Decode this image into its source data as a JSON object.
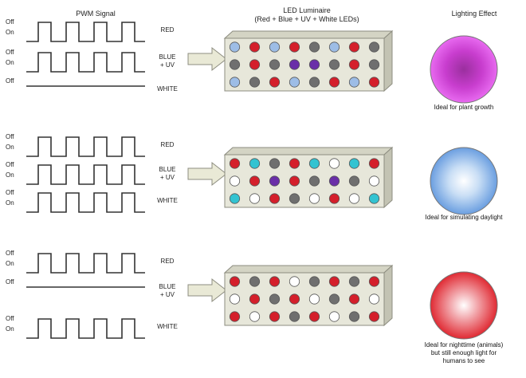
{
  "headers": {
    "pwm": "PWM Signal",
    "led_title": "LED Luminaire",
    "led_sub": "(Red + Blue + UV + White LEDs)",
    "effect": "Lighting Effect"
  },
  "levels": {
    "off": "Off",
    "on": "On"
  },
  "colors": {
    "red": "#d41f2b",
    "gray": "#6f6f6f",
    "lightblue": "#9dbde6",
    "purple": "#6a2fa8",
    "cyan": "#33c3d1",
    "white": "#ffffff",
    "panel": "#e7e7da",
    "arrow": "#e9e9d6",
    "line": "#333333"
  },
  "sections": [
    {
      "channels": [
        {
          "label": "RED",
          "state": "pwm"
        },
        {
          "label": "BLUE\n+ UV",
          "state": "pwm"
        },
        {
          "label": "WHITE",
          "state": "off"
        }
      ],
      "grid": [
        [
          "lightblue",
          "red",
          "lightblue",
          "red",
          "gray",
          "lightblue",
          "red",
          "gray"
        ],
        [
          "gray",
          "red",
          "gray",
          "purple",
          "purple",
          "gray",
          "red",
          "gray"
        ],
        [
          "lightblue",
          "gray",
          "red",
          "lightblue",
          "gray",
          "red",
          "lightblue",
          "red"
        ]
      ],
      "effect_color": "magenta",
      "caption": "Ideal for plant growth"
    },
    {
      "channels": [
        {
          "label": "RED",
          "state": "pwm"
        },
        {
          "label": "BLUE\n+ UV",
          "state": "pwm"
        },
        {
          "label": "WHITE",
          "state": "pwm"
        }
      ],
      "grid": [
        [
          "red",
          "cyan",
          "gray",
          "red",
          "cyan",
          "white",
          "cyan",
          "red"
        ],
        [
          "white",
          "red",
          "purple",
          "red",
          "gray",
          "purple",
          "gray",
          "white"
        ],
        [
          "cyan",
          "white",
          "red",
          "gray",
          "white",
          "red",
          "white",
          "cyan"
        ]
      ],
      "effect_color": "blue",
      "caption": "Ideal for simulating daylight"
    },
    {
      "channels": [
        {
          "label": "RED",
          "state": "pwm"
        },
        {
          "label": "BLUE\n+ UV",
          "state": "off"
        },
        {
          "label": "WHITE",
          "state": "pwm"
        }
      ],
      "grid": [
        [
          "red",
          "gray",
          "red",
          "white",
          "gray",
          "red",
          "gray",
          "red"
        ],
        [
          "white",
          "red",
          "gray",
          "red",
          "white",
          "gray",
          "red",
          "white"
        ],
        [
          "red",
          "white",
          "red",
          "gray",
          "red",
          "white",
          "gray",
          "red"
        ]
      ],
      "effect_color": "red",
      "caption": "Ideal for nighttime (animals)\nbut still enough light for\nhumans to see"
    }
  ]
}
